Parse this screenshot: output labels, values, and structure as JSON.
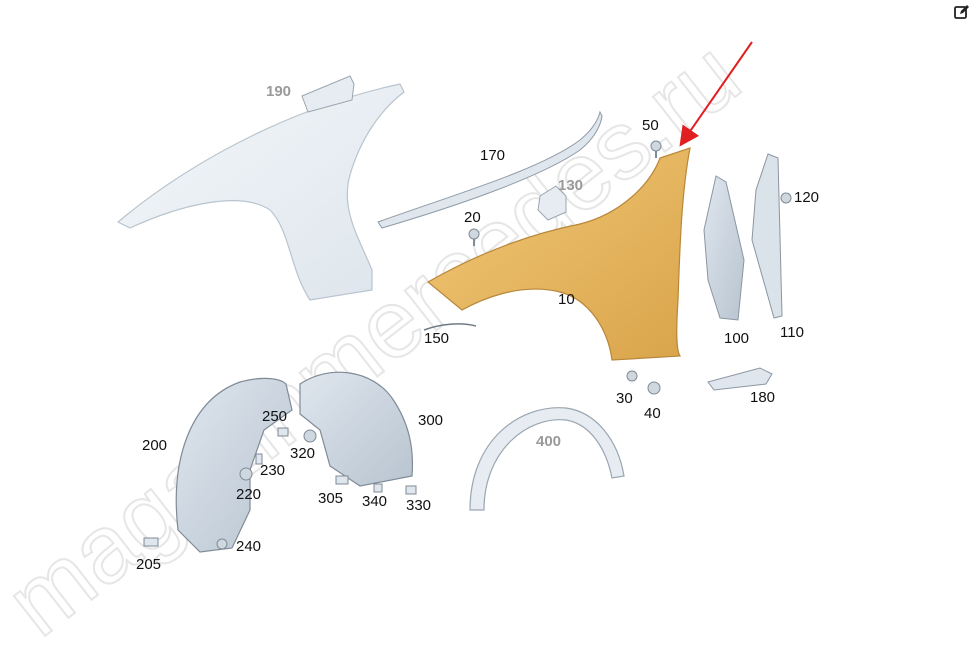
{
  "watermark": "magazinmercedes.ru",
  "colors": {
    "highlight_part": "#e4b45a",
    "part_fill": "#e8eef4",
    "part_stroke": "#9aa6b0",
    "arrow": "#e02020"
  },
  "toolbar": {
    "edit_icon": "edit-icon"
  },
  "labels": {
    "p190": "190",
    "p170": "170",
    "p130": "130",
    "p50": "50",
    "p120": "120",
    "p20": "20",
    "p10": "10",
    "p100": "100",
    "p110": "110",
    "p150": "150",
    "p30": "30",
    "p40": "40",
    "p180": "180",
    "p250": "250",
    "p300": "300",
    "p200": "200",
    "p320": "320",
    "p230": "230",
    "p220": "220",
    "p305": "305",
    "p340": "340",
    "p330": "330",
    "p400": "400",
    "p240": "240",
    "p205": "205"
  }
}
